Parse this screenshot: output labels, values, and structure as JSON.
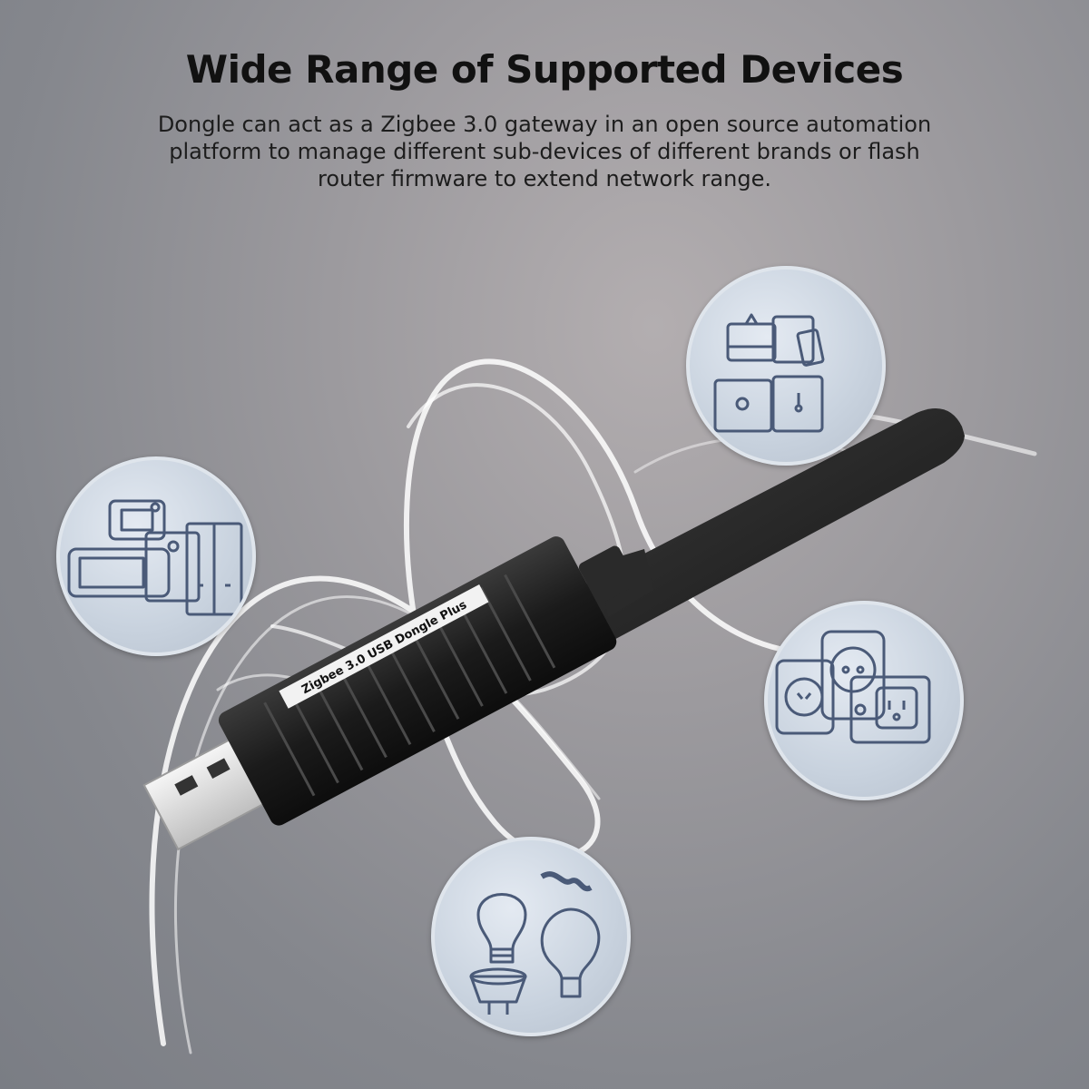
{
  "header": {
    "title": "Wide Range of Supported Devices",
    "subtitle": "Dongle can act as a Zigbee 3.0 gateway in an open source automation platform to manage different sub-devices of different brands or flash router firmware to extend network range."
  },
  "product": {
    "label": "Zigbee 3.0 USB Dongle Plus"
  },
  "colors": {
    "background": "#9c9a9e",
    "badge_fill": "#d3dbe5",
    "icon_stroke": "#4a5a78",
    "dongle_body": "#1c1c1c"
  },
  "badges": [
    {
      "icon": "smart-switches-icon"
    },
    {
      "icon": "sensors-icon"
    },
    {
      "icon": "smart-plugs-icon"
    },
    {
      "icon": "smart-bulbs-icon"
    }
  ]
}
